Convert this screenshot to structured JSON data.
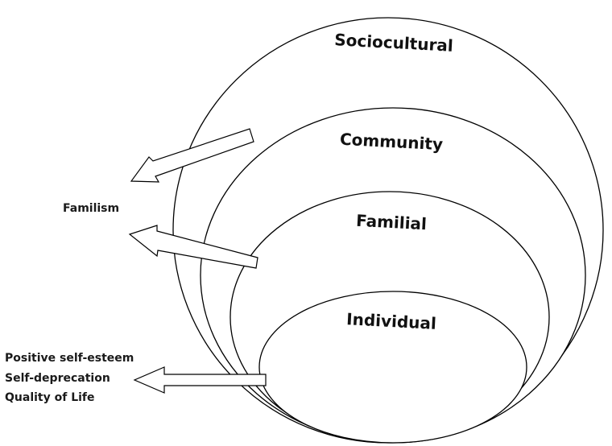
{
  "layers": {
    "sociocultural": "Sociocultural",
    "community": "Community",
    "familial": "Familial",
    "individual": "Individual"
  },
  "side_labels": {
    "familism": "Familism",
    "individual_outcomes": [
      "Positive self-esteem",
      "Self-deprecation",
      "Quality of Life"
    ]
  }
}
